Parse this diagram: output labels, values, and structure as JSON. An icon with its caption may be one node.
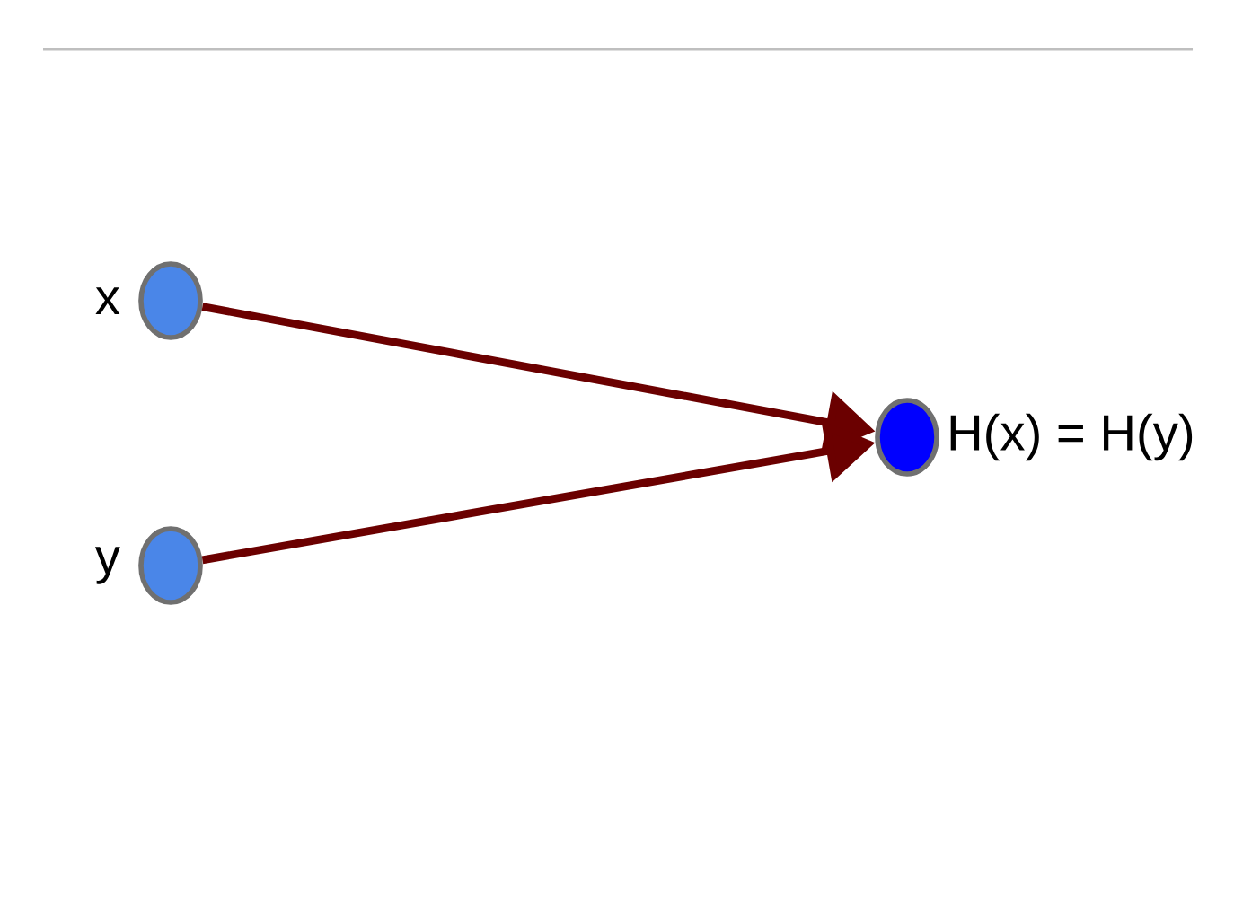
{
  "diagram": {
    "nodes": [
      {
        "text": [],
        "shape": "circle",
        "beside": [
          "x"
        ]
      },
      {
        "text": [],
        "shape": "circle",
        "beside": [
          "y"
        ]
      },
      {
        "text": [],
        "shape": "circle",
        "beside": [
          "H(x) = H(y)"
        ]
      }
    ],
    "edges": [
      {
        "from": 0,
        "to": 2,
        "arrow": "to"
      },
      {
        "from": 1,
        "to": 2,
        "arrow": "to"
      }
    ]
  }
}
